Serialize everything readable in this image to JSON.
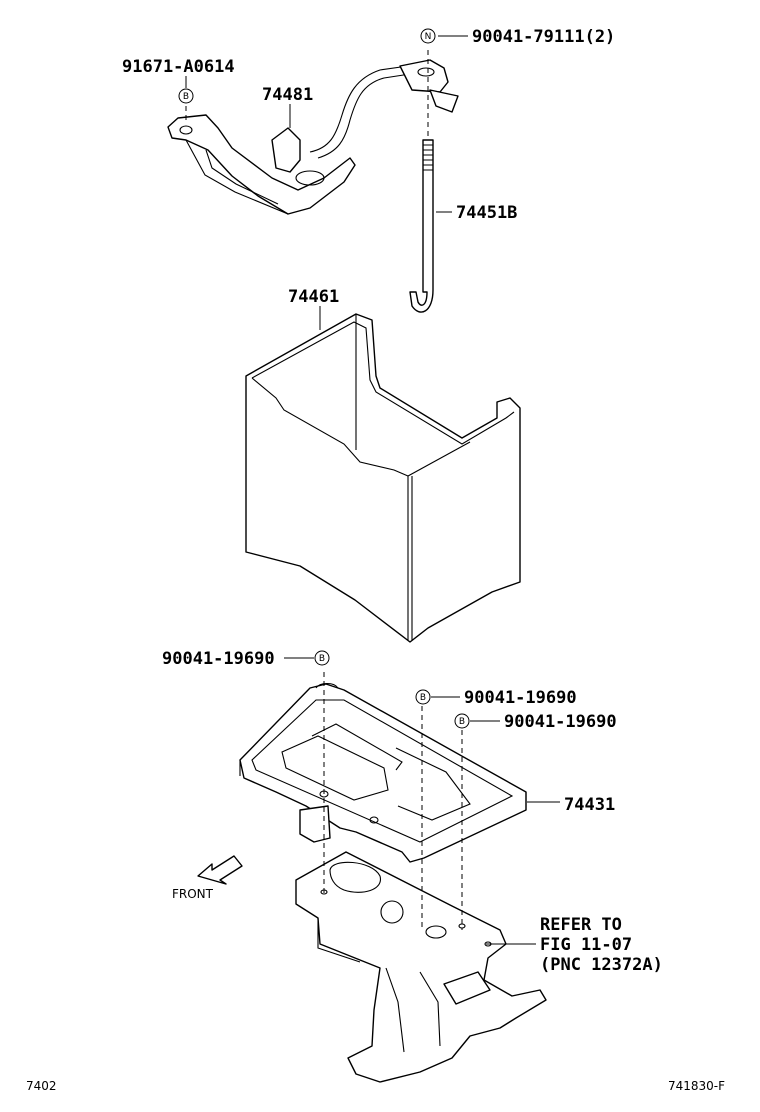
{
  "labels": {
    "clamp_bolt": "91671-A0614",
    "hold_down_clamp": "74481",
    "nut_top": "90041-79111(2)",
    "hold_down_rod": "74451B",
    "battery_case": "74461",
    "bolt_left": "90041-19690",
    "bolt_mid": "90041-19690",
    "bolt_right": "90041-19690",
    "battery_tray": "74431",
    "refer_line1": "REFER TO",
    "refer_line2": "FIG 11-07",
    "refer_line3": "(PNC 12372A)",
    "front": "FRONT",
    "page_left": "7402",
    "page_right": "741830-F"
  },
  "symbols": {
    "bolt": "B",
    "nut": "N"
  },
  "icons": {
    "front_arrow": "front-arrow-icon"
  }
}
